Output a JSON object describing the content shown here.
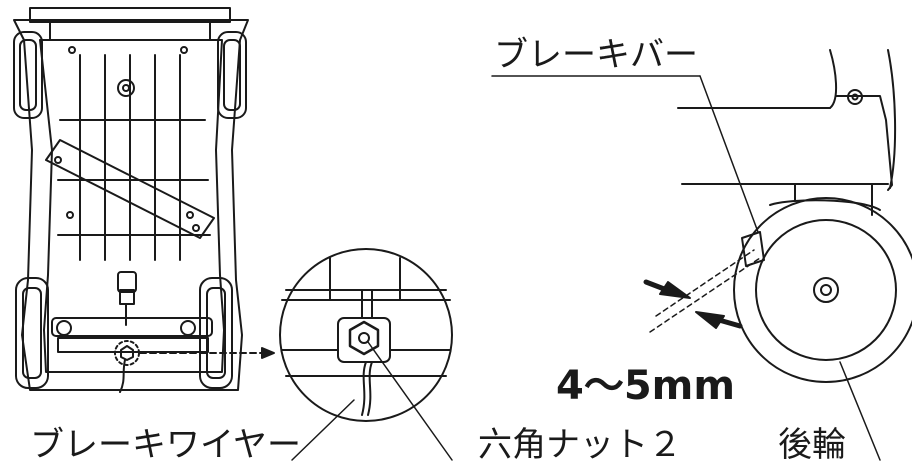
{
  "labels": {
    "brake_bar": "ブレーキバー",
    "brake_wire": "ブレーキワイヤー",
    "hex_nut": "六角ナット２",
    "rear_wheel": "後輪",
    "gap": "4～5mm"
  },
  "colors": {
    "stroke": "#1a1a1a",
    "background": "#ffffff"
  }
}
